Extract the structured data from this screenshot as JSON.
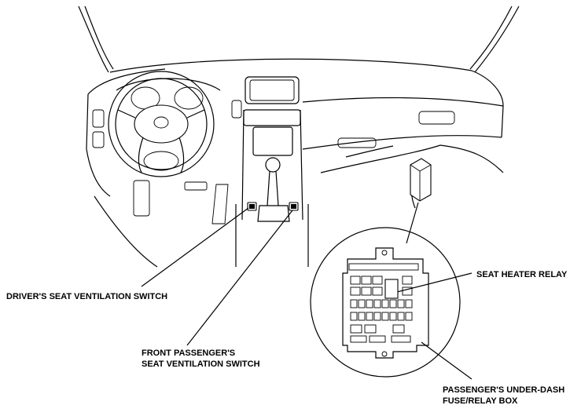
{
  "labels": {
    "driver_switch": "DRIVER'S SEAT VENTILATION SWITCH",
    "front_passenger_switch_line1": "FRONT PASSENGER'S",
    "front_passenger_switch_line2": "SEAT VENTILATION SWITCH",
    "seat_heater_relay": "SEAT HEATER RELAY",
    "fuse_box_line1": "PASSENGER'S UNDER-DASH",
    "fuse_box_line2": "FUSE/RELAY BOX"
  }
}
